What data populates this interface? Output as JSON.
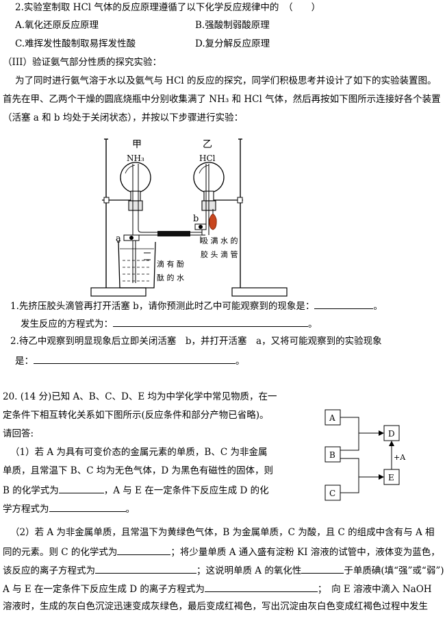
{
  "q2": {
    "stem": "2.实验室制取 HCl 气体的反应原理遵循了以下化学反应规律中的　（　　）",
    "options": {
      "a": "A.氧化还原反应原理",
      "b": "B.强酸制弱酸原理",
      "c": "C.难挥发性酸制取易挥发性酸",
      "d": "D.复分解反应原理"
    }
  },
  "part3": {
    "heading": "（III）验证氨气部分性质的探究实验：",
    "intro": [
      "为了同时进行氨气溶于水以及氨气与 HCl 的反应的探究，同学们积极思考并设计了如下的实验装置图。",
      "首先在甲、乙两个干燥的圆底烧瓶中分别收集满了 NH₃ 和 HCl 气体，然后再按如下图所示连接好各个装置",
      "（活塞 a 和 b 均处于关闭状态），并按以下步骤进行实验："
    ],
    "diagram": {
      "flask_jia": "甲",
      "gas_jia": "NH₃",
      "flask_yi": "乙",
      "gas_yi": "HCl",
      "valve_a": "a",
      "valve_b": "b",
      "dropper_label_1": "吸 满 水 的",
      "dropper_label_2": "胶 头 滴 管",
      "beaker_label_1": "滴 有 酚",
      "beaker_label_2": "酞 的 水"
    },
    "s1_line1": "1.先挤压胶头滴管再打开活塞 b，请你预测此时乙中可能观察到的现象是：",
    "s1_line1_end": "。",
    "s1_line2": "发生反应的方程式为：",
    "s1_line2_end": "。",
    "s2_line1": "2.待乙中观察到明显现象后立即关闭活塞　b，并打开活塞　a，又将可能观察到的实验现象",
    "s2_line2": "是：",
    "s2_line2_end": "。"
  },
  "q20": {
    "l1": "20. (14 分)已知 A、B、C、D、E 均为中学化学中常见物质，在一",
    "l2": "定条件下相互转化关系如下图所示(反应条件和部分产物已省略)。",
    "l3": "请回答:",
    "p1_l1": "（1）若 A 为具有可变价态的金属元素的单质，B、C 为非金属",
    "p1_l2": "单质，且常温下 B、C 均为无色气体，D 为黑色有磁性的固体，则",
    "p1_l3a": "B 的化学式为",
    "p1_l3b": "，A 与 E 在一定条件下反应生成 D 的化",
    "p1_l4": "学方程式为",
    "p1_l4_end": "。",
    "p2_l1": "（2）若 A 为非金属单质，且常温下为黄绿色气体，B 为金属单质，C 为酸，且 C 的组成中含有与 A 相",
    "p2_l2a": "同的元素。则 C 的化学式为",
    "p2_l2b": "；将少量单质 A 通入盛有淀粉 KI 溶液的试管中，液体变为蓝色，",
    "p2_l3a": "该反应的离子方程式为",
    "p2_l3b": "；这说明单质 A 的氧化性",
    "p2_l3c": "于单质碘(填“强”或“弱”)；",
    "p2_l4a": "A 与 E 在一定条件下反应生成 D 的离子方程式为",
    "p2_l4b": "；　向 E 溶液中滴入 NaOH",
    "p2_l5": "溶液时，生成的灰白色沉淀迅速变成灰绿色，最后变成红褐色，写出沉淀由灰白色变成红褐色过程中发生",
    "flow": {
      "boxA": "A",
      "boxB": "B",
      "boxC": "C",
      "boxD": "D",
      "boxE": "E",
      "edge_label": "+A"
    }
  }
}
